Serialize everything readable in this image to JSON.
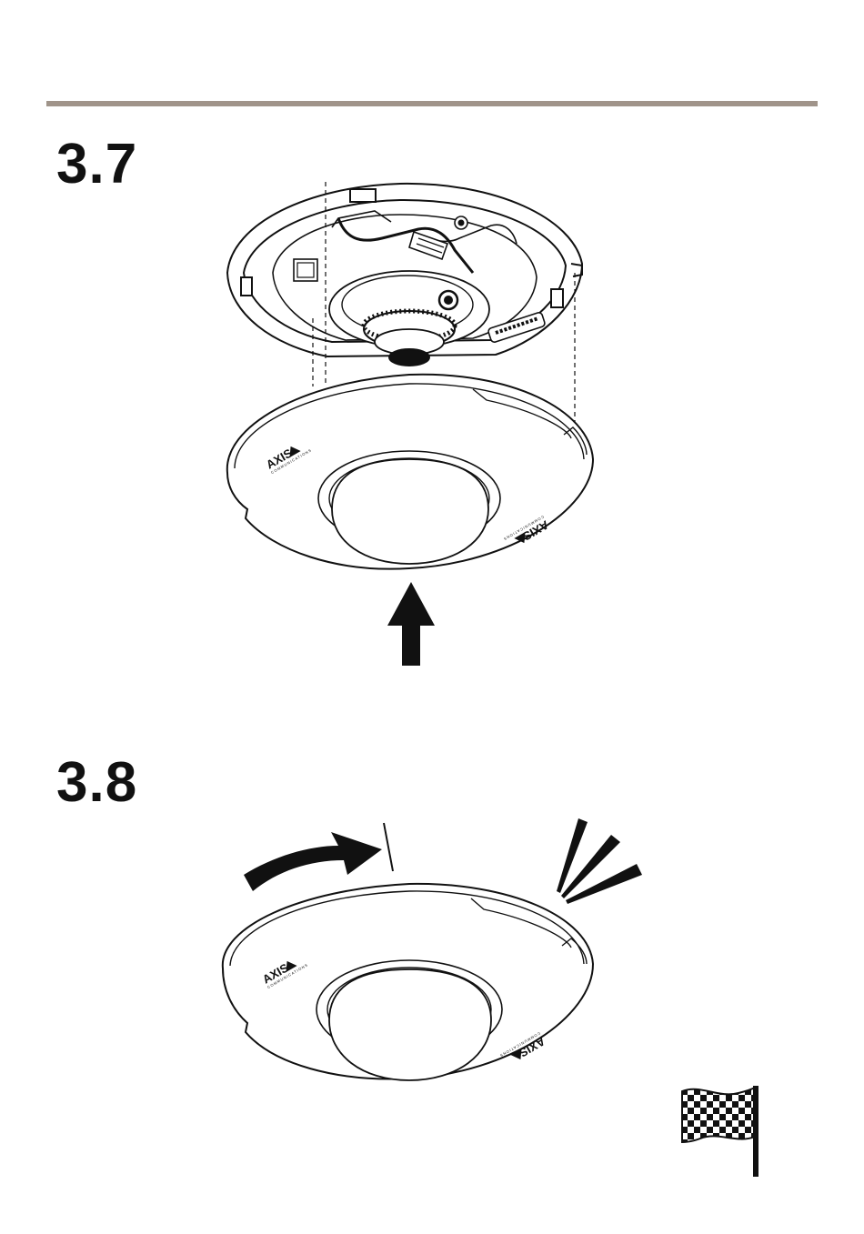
{
  "steps": [
    {
      "number": "3.7"
    },
    {
      "number": "3.8"
    }
  ],
  "logo": {
    "text": "AXIS",
    "sub": "COMMUNICATIONS"
  },
  "colors": {
    "rule": "#a0948a",
    "ink": "#111111"
  },
  "icons": {
    "push": "arrow-up-icon",
    "rotate": "curved-arrow-icon",
    "click": "click-sound-icon",
    "finish": "checkered-flag-icon"
  }
}
